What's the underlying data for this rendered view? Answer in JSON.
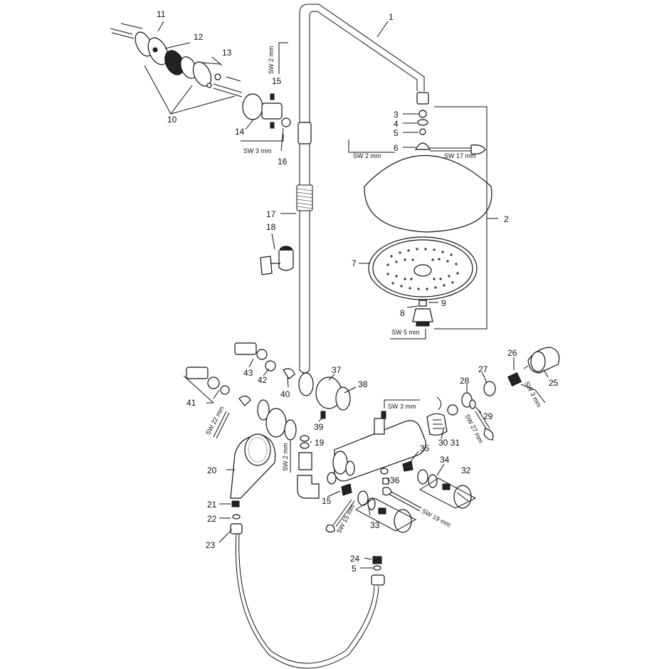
{
  "labels": {
    "p1": "1",
    "p2": "2",
    "p3": "3",
    "p4": "4",
    "p5": "5",
    "p5b": "5",
    "p6": "6",
    "p7": "7",
    "p8": "8",
    "p9": "9",
    "p10": "10",
    "p11": "11",
    "p12": "12",
    "p13": "13",
    "p14": "14",
    "p15": "15",
    "p15b": "15",
    "p16": "16",
    "p17": "17",
    "p18": "18",
    "p19": "19",
    "p20": "20",
    "p21": "21",
    "p22": "22",
    "p23": "23",
    "p24": "24",
    "p25": "25",
    "p26": "26",
    "p27": "27",
    "p28": "28",
    "p29": "29",
    "p3031": "30 31",
    "p32": "32",
    "p33": "33",
    "p34": "34",
    "p35": "35",
    "p36": "36",
    "p37": "37",
    "p38": "38",
    "p39": "39",
    "p40": "40",
    "p41": "41",
    "p42": "42",
    "p43": "43"
  },
  "tools": {
    "sw2a": "SW 2 mm",
    "sw3a": "SW 3 mm",
    "sw2b": "SW 2 mm",
    "sw17": "SW 17 mm",
    "sw5": "SW 5 mm",
    "sw3b": "SW 3 mm",
    "sw3c": "SW 3 mm",
    "sw27": "SW 27 mm",
    "sw19": "SW 19 mm",
    "sw15": "SW 15 mm",
    "sw22": "SW 22 mm",
    "sw2c": "SW 2 mm"
  }
}
